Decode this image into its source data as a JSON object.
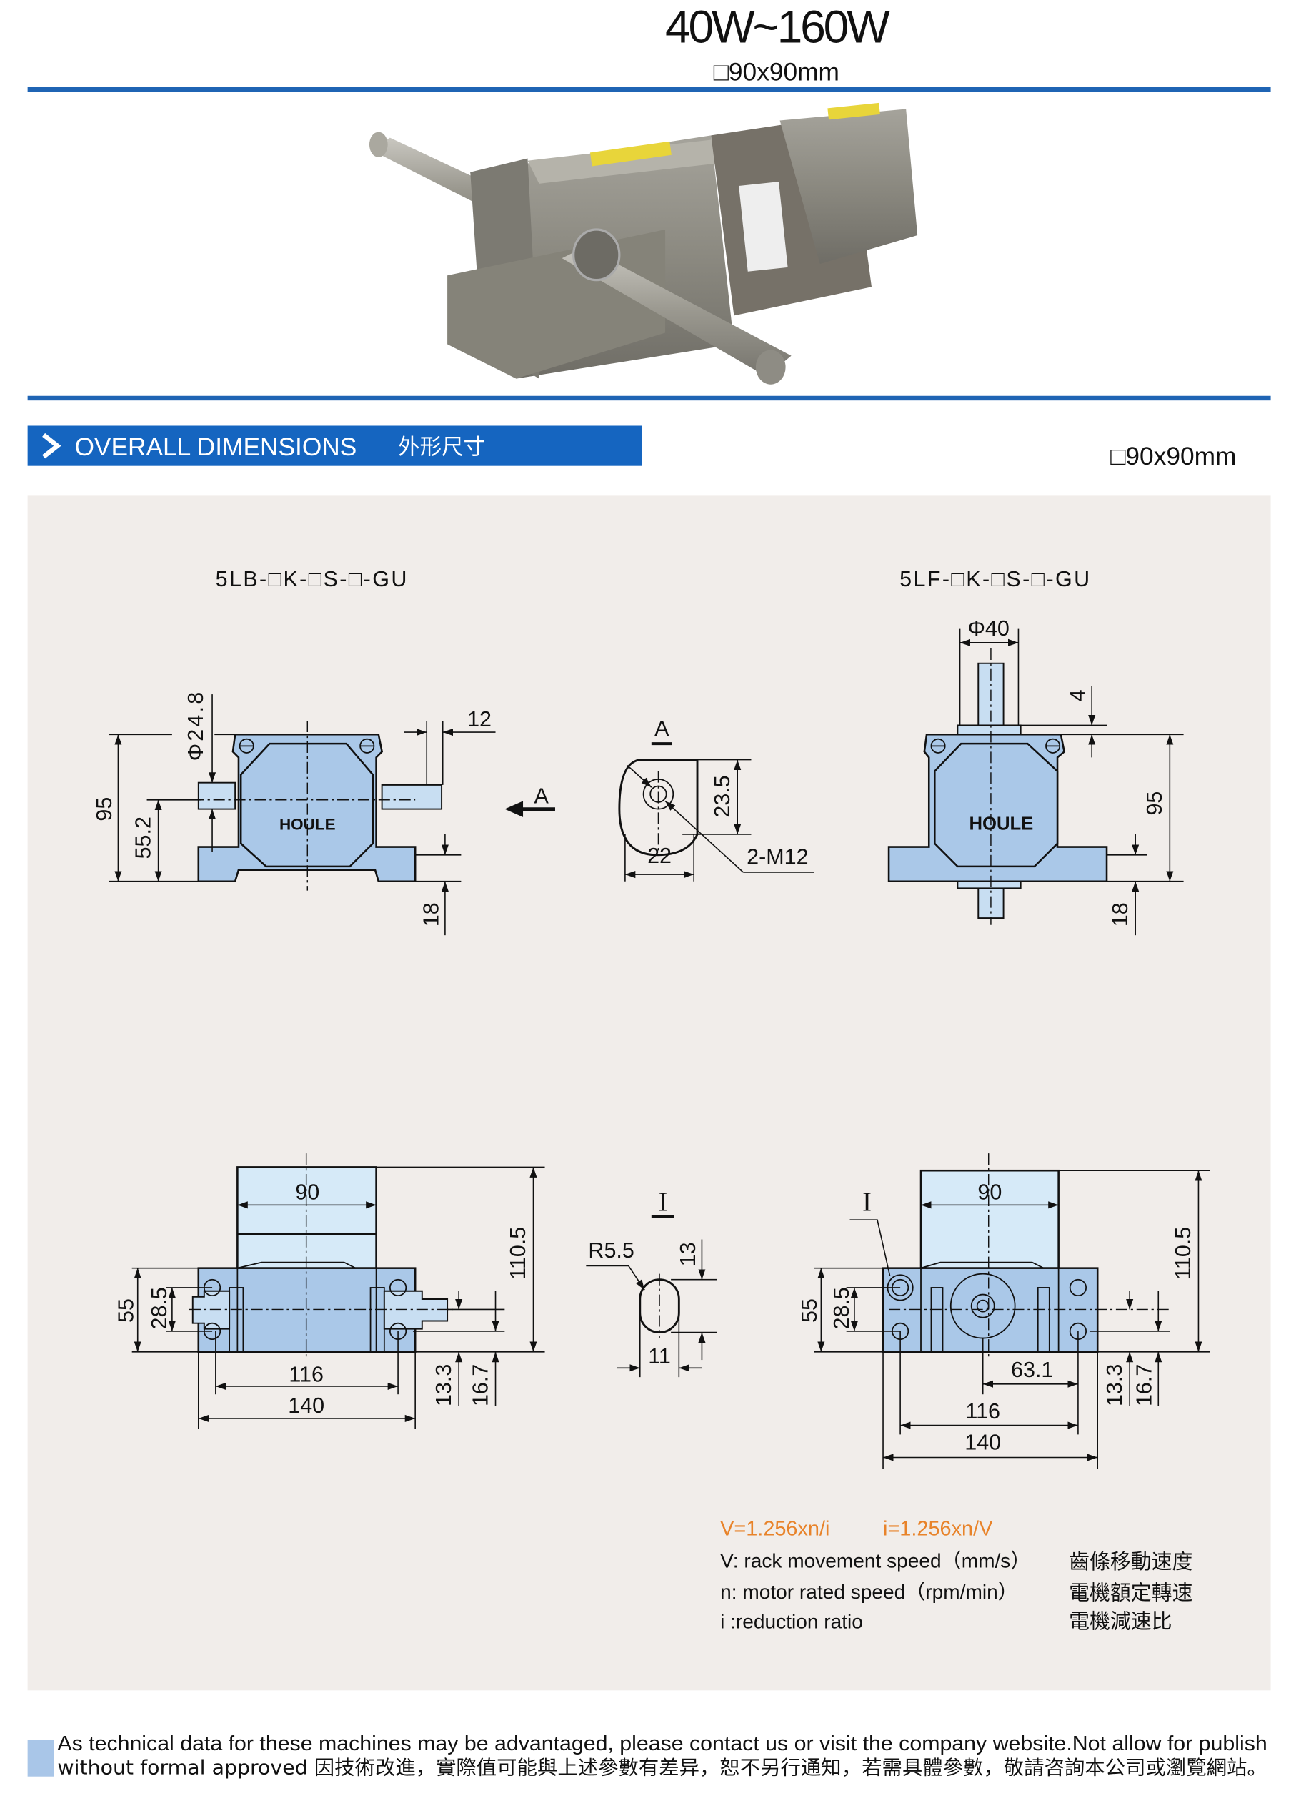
{
  "header": {
    "title": "40W~160W",
    "frame_size": "□90x90mm"
  },
  "section": {
    "banner_en": "OVERALL DIMENSIONS",
    "banner_zh": "外形尺寸",
    "frame_size": "□90x90mm"
  },
  "colors": {
    "accent_blue": "#1565c0",
    "panel_bg": "#f1edea",
    "formula_orange": "#e8832a",
    "part_blue": "#aac8e8",
    "part_light_blue": "#d6eaf8"
  },
  "lb_front": {
    "title": "5LB-□K-□S-□-GU",
    "d95": "95",
    "d55_2": "55.2",
    "phi24_8": "Φ24.8",
    "d12": "12",
    "d18": "18",
    "logo": "HOULE"
  },
  "view_a": {
    "label": "A",
    "arrow_label": "A",
    "d23_5": "23.5",
    "d22": "22",
    "thread": "2-M12"
  },
  "lf_front": {
    "title": "5LF-□K-□S-□-GU",
    "phi40": "Φ40",
    "d4": "4",
    "d95": "95",
    "d18": "18",
    "logo": "HOULE"
  },
  "lb_top": {
    "d90": "90",
    "d110_5": "110.5",
    "d55": "55",
    "d28_5": "28.5",
    "d116": "116",
    "d140": "140",
    "d13_3": "13.3",
    "d16_7": "16.7"
  },
  "view_i": {
    "label": "I",
    "radius": "R5.5",
    "d13": "13",
    "d11": "11"
  },
  "lf_top": {
    "section_mark": "I",
    "d90": "90",
    "d110_5": "110.5",
    "d55": "55",
    "d28_5": "28.5",
    "d63_1": "63.1",
    "d116": "116",
    "d140": "140",
    "d13_3": "13.3",
    "d16_7": "16.7"
  },
  "formula": {
    "v_formula": "V=1.256xn/i",
    "i_formula": "i=1.256xn/V",
    "legend": [
      {
        "en": "V: rack movement speed（mm/s）",
        "zh": "齒條移動速度"
      },
      {
        "en": "n: motor rated speed（rpm/min）",
        "zh": "電機額定轉速"
      },
      {
        "en": "i :reduction ratio",
        "zh": "電機減速比"
      }
    ]
  },
  "footer": {
    "line1": "As technical data for these machines may be advantaged, please contact us or visit the company website.Not allow for publish",
    "line2": "without formal approved  因技術改進，實際值可能與上述參數有差异，恕不另行通知，若需具體參數，敬請咨詢本公司或瀏覽網站。"
  }
}
